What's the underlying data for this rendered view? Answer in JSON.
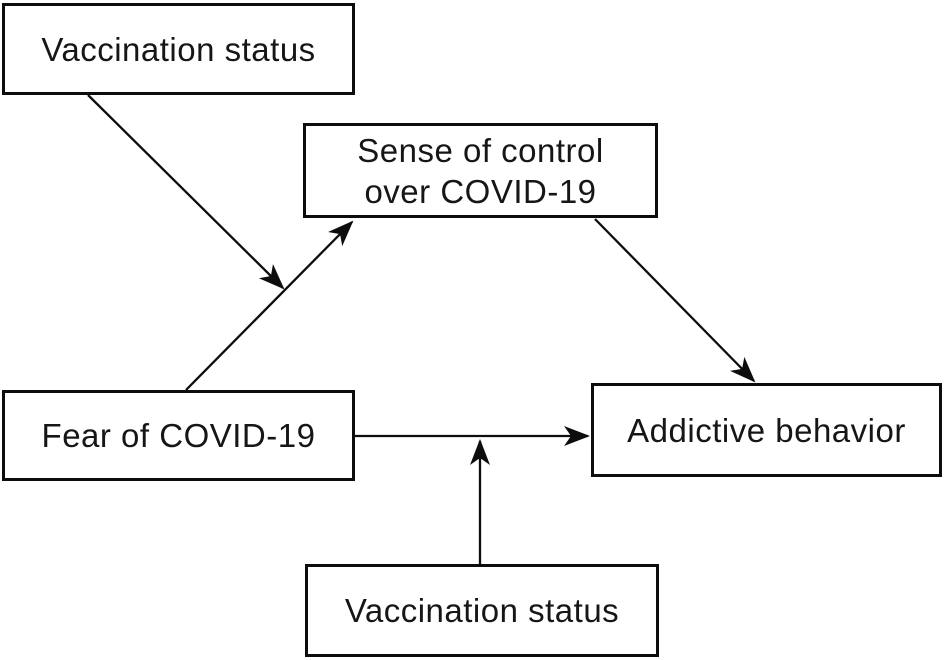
{
  "diagram": {
    "background_color": "#ffffff",
    "stroke_color": "#0d0d0d",
    "text_color": "#161616",
    "nodes": [
      {
        "id": "vaccination-status-top",
        "lines": [
          "Vaccination status"
        ]
      },
      {
        "id": "sense-of-control",
        "lines": [
          "Sense of control",
          "over COVID-19"
        ]
      },
      {
        "id": "fear-of-covid19",
        "lines": [
          "Fear of COVID-19"
        ]
      },
      {
        "id": "addictive-behavior",
        "lines": [
          "Addictive behavior"
        ]
      },
      {
        "id": "vaccination-status-bottom",
        "lines": [
          "Vaccination status"
        ]
      }
    ],
    "edges": [
      {
        "from": "vaccination-status-top",
        "to": "path fear-of-covid19 -> sense-of-control",
        "type": "moderation-arrow"
      },
      {
        "from": "fear-of-covid19",
        "to": "sense-of-control",
        "type": "arrow"
      },
      {
        "from": "sense-of-control",
        "to": "addictive-behavior",
        "type": "arrow"
      },
      {
        "from": "fear-of-covid19",
        "to": "addictive-behavior",
        "type": "arrow"
      },
      {
        "from": "vaccination-status-bottom",
        "to": "path fear-of-covid19 -> addictive-behavior",
        "type": "moderation-arrow"
      }
    ]
  }
}
